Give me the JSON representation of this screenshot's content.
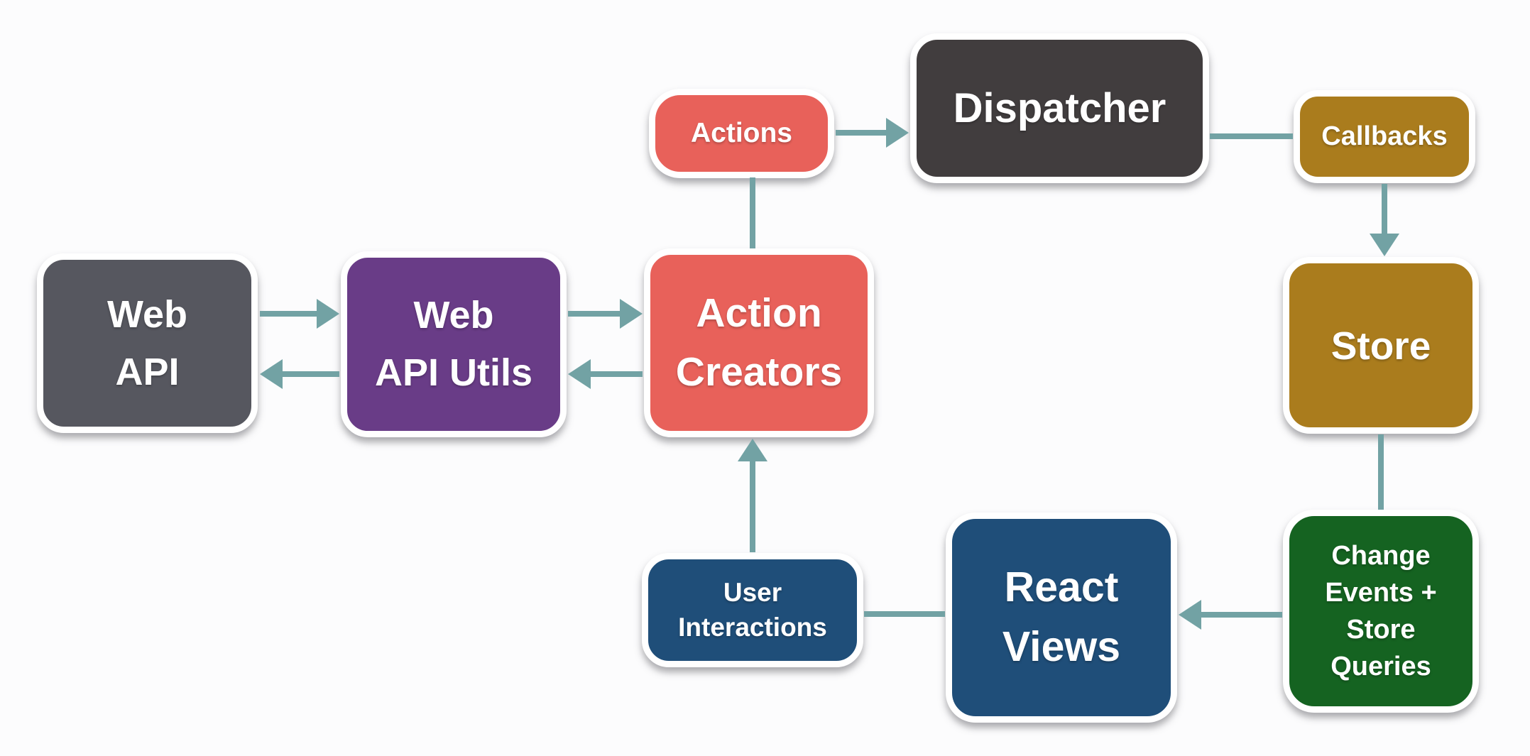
{
  "theme": {
    "background": "#fcfcfd",
    "arrow_color": "#72a2a4",
    "box_border_color": "#ffffff",
    "text_color": "#ffffff"
  },
  "nodes": {
    "web_api": {
      "label": "Web\nAPI",
      "color": "#56575f"
    },
    "web_api_utils": {
      "label": "Web\nAPI Utils",
      "color": "#693c87"
    },
    "action_creators": {
      "label": "Action\nCreators",
      "color": "#e8615a"
    },
    "actions": {
      "label": "Actions",
      "color": "#e8615a"
    },
    "dispatcher": {
      "label": "Dispatcher",
      "color": "#413d3e"
    },
    "callbacks": {
      "label": "Callbacks",
      "color": "#aa7c1d"
    },
    "store": {
      "label": "Store",
      "color": "#aa7c1d"
    },
    "change_events": {
      "label": "Change\nEvents +\nStore\nQueries",
      "color": "#156321"
    },
    "react_views": {
      "label": "React\nViews",
      "color": "#1f4e79"
    },
    "user_interactions": {
      "label": "User\nInteractions",
      "color": "#1f4e79"
    }
  },
  "edges": [
    {
      "from": "Web API",
      "to": "Web API Utils",
      "style": "arrow"
    },
    {
      "from": "Web API Utils",
      "to": "Web API",
      "style": "arrow"
    },
    {
      "from": "Web API Utils",
      "to": "Action Creators",
      "style": "arrow"
    },
    {
      "from": "Action Creators",
      "to": "Web API Utils",
      "style": "arrow"
    },
    {
      "from": "Action Creators",
      "to": "Actions",
      "style": "line"
    },
    {
      "from": "Actions",
      "to": "Dispatcher",
      "style": "arrow"
    },
    {
      "from": "Dispatcher",
      "to": "Callbacks",
      "style": "line"
    },
    {
      "from": "Callbacks",
      "to": "Store",
      "style": "arrow"
    },
    {
      "from": "Store",
      "to": "Change Events + Store Queries",
      "style": "line"
    },
    {
      "from": "Change Events + Store Queries",
      "to": "React Views",
      "style": "arrow"
    },
    {
      "from": "React Views",
      "to": "User Interactions",
      "style": "line"
    },
    {
      "from": "User Interactions",
      "to": "Action Creators",
      "style": "arrow"
    }
  ]
}
